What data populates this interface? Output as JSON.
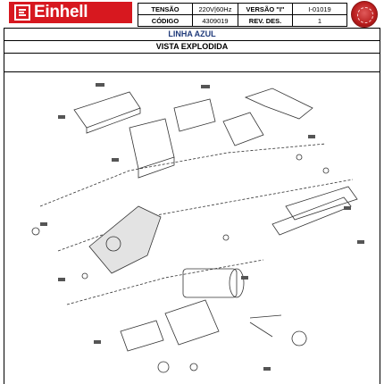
{
  "brand": {
    "name": "Einhell",
    "color": "#d7181f"
  },
  "spec": {
    "row1": {
      "label_a": "TENSÃO",
      "value_a": "220V|60Hz",
      "label_b": "VERSÃO \"I\"",
      "value_b": "I-01019"
    },
    "row2": {
      "label_a": "CÓDIGO",
      "value_a": "4309019",
      "label_b": "REV. DES.",
      "value_b": "1"
    }
  },
  "line_name": "LINHA AZUL",
  "section_title": "VISTA EXPLODIDA",
  "colors": {
    "line_name": "#1f3a7a",
    "seal": "#b71c1c"
  }
}
